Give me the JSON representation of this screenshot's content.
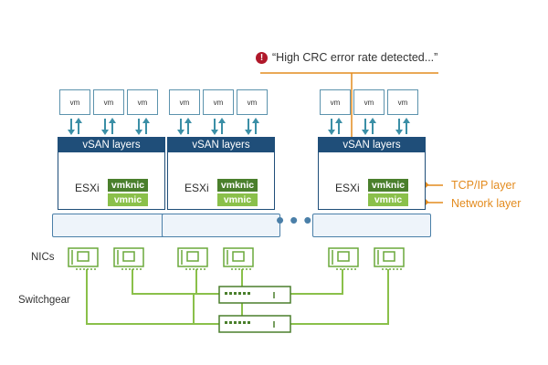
{
  "alert": {
    "icon": "exclamation-icon",
    "text": "“High CRC error rate detected...”"
  },
  "hosts": [
    {
      "vms": [
        "vm",
        "vm",
        "vm"
      ],
      "header": "vSAN layers",
      "esxi": "ESXi",
      "vmknic": "vmknic",
      "vmnic": "vmnic"
    },
    {
      "vms": [
        "vm",
        "vm",
        "vm"
      ],
      "header": "vSAN layers",
      "esxi": "ESXi",
      "vmknic": "vmknic",
      "vmnic": "vmnic"
    },
    {
      "vms": [
        "vm",
        "vm",
        "vm"
      ],
      "header": "vSAN layers",
      "esxi": "ESXi",
      "vmknic": "vmknic",
      "vmnic": "vmnic"
    }
  ],
  "ellipsis": "•••",
  "labels": {
    "nics": "NICs",
    "switchgear": "Switchgear",
    "tcpip": "TCP/IP layer",
    "network": "Network layer"
  },
  "colors": {
    "host": "#1f4e79",
    "vmknic": "#4a7f2c",
    "vmnic": "#8ac04a",
    "alert": "#e38b1e",
    "wire": "#8ac04a"
  }
}
